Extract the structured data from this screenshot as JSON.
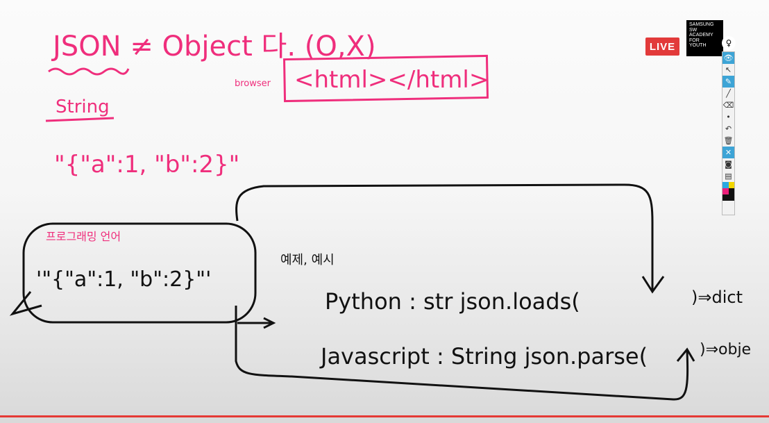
{
  "board": {
    "title": "JSON ≠ Object 다. (O,X)",
    "note_browser": "browser",
    "html_box": "<html></html>",
    "label_string": "String",
    "json_string": "\"{\"a\":1, \"b\":2}\"",
    "label_programming": "프로그래밍 언어",
    "bubble_text": "'\"{\"a\":1, \"b\":2}\"'",
    "caption": "예제, 예시",
    "row_python": "Python : str   json.loads(",
    "row_python_end": ")⇒dict",
    "row_js": "Javascript : String   json.parse(",
    "row_js_end": ")⇒obje"
  },
  "overlay": {
    "live_label": "LIVE",
    "logo_lines": [
      "SAMSUNG",
      "SW",
      "ACADEMY",
      "FOR",
      "YOUTH"
    ]
  },
  "toolbar": {
    "tools": [
      {
        "name": "eye-icon",
        "glyph": "👁",
        "active": true
      },
      {
        "name": "pointer-icon",
        "glyph": "↖",
        "active": false
      },
      {
        "name": "pen-icon",
        "glyph": "✎",
        "active": true
      },
      {
        "name": "line-icon",
        "glyph": "╱",
        "active": false
      },
      {
        "name": "eraser-icon",
        "glyph": "⌫",
        "active": false
      },
      {
        "name": "dot-icon",
        "glyph": "•",
        "active": false
      },
      {
        "name": "undo-icon",
        "glyph": "↶",
        "active": false
      },
      {
        "name": "trash-icon",
        "glyph": "🗑",
        "active": false
      },
      {
        "name": "close-icon",
        "glyph": "✕",
        "active": true
      },
      {
        "name": "camera-icon",
        "glyph": "◙",
        "active": false
      },
      {
        "name": "clipboard-icon",
        "glyph": "▤",
        "active": false
      }
    ],
    "colors": [
      "#29a9e1",
      "#f2d600",
      "#ec1e79",
      "#111111",
      "#111111",
      "#111111"
    ]
  },
  "player": {
    "progress_color": "#e53935"
  }
}
